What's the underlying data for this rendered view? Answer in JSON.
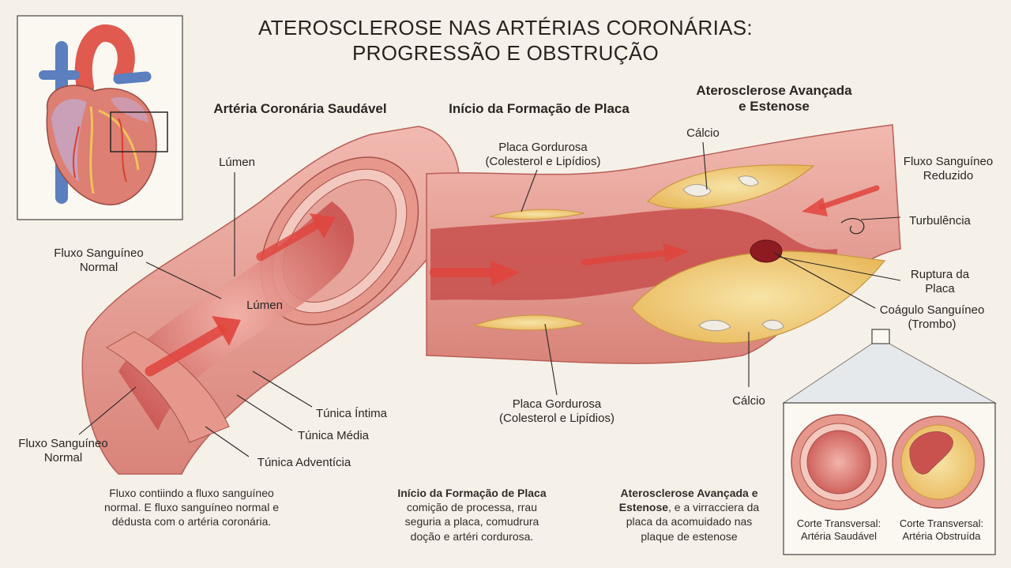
{
  "title": {
    "line1": "ATEROSCLEROSE NAS ARTÉRIAS CORONÁRIAS:",
    "line2": "PROGRESSÃO E OBSTRUÇÃO"
  },
  "stages": {
    "healthy": "Artéria Coronária Saudável",
    "early": "Início da Formação de Placa",
    "advanced_line1": "Aterosclerose Avançada",
    "advanced_line2": "e Estenose"
  },
  "labels": {
    "lumen_top": "Lúmen",
    "lumen_inner": "Lúmen",
    "flow_normal_top_1": "Fluxo Sanguíneo",
    "flow_normal_top_2": "Normal",
    "flow_normal_bottom_1": "Fluxo Sanguíneo",
    "flow_normal_bottom_2": "Normal",
    "tunica_intima": "Túnica Íntima",
    "tunica_media": "Túnica Média",
    "tunica_adventicia": "Túnica Adventícia",
    "plaque_top_1": "Placa Gordurosa",
    "plaque_top_2": "(Colesterol e Lipídios)",
    "plaque_bottom_1": "Placa Gordurosa",
    "plaque_bottom_2": "(Colesterol e Lipídios)",
    "calcium_top": "Cálcio",
    "calcium_bottom": "Cálcio",
    "reduced_flow_1": "Fluxo Sanguíneo",
    "reduced_flow_2": "Reduzido",
    "turbulence": "Turbulência",
    "rupture_1": "Ruptura da",
    "rupture_2": "Placa",
    "clot_1": "Coágulo Sanguíneo",
    "clot_2": "(Trombo)"
  },
  "cross_sections": {
    "healthy_1": "Corte Transversal:",
    "healthy_2": "Artéria Saudável",
    "obstructed_1": "Corte Transversal:",
    "obstructed_2": "Artéria Obstruída"
  },
  "captions": {
    "healthy_line1": "Fluxo contiindo a fluxo sanguíneo",
    "healthy_line2": "normal. E fluxo sanguíneo normal e",
    "healthy_line3": "dédusta com o artéria coronária.",
    "early_bold": "Início da Formação de Placa",
    "early_line2": "comição de processa, rrau",
    "early_line3": "seguria a placa, comudrura",
    "early_line4": "doção e artéri cordurosa.",
    "advanced_bold1": "Aterosclerose Avançada e",
    "advanced_bold2": "Estenose",
    "advanced_rest2": ", e a virracciera da",
    "advanced_line3": "placa da acomuidado nas",
    "advanced_line4": "plaque de estenose"
  },
  "colors": {
    "background": "#f6f1e8",
    "artery_outer": "#e8a39a",
    "artery_wall": "#d9776f",
    "lumen": "#c9524f",
    "plaque": "#f2d27a",
    "arrow": "#e0443d",
    "clot": "#8e1b22",
    "aorta": "#e05a4f",
    "vein": "#5b7fbf"
  }
}
